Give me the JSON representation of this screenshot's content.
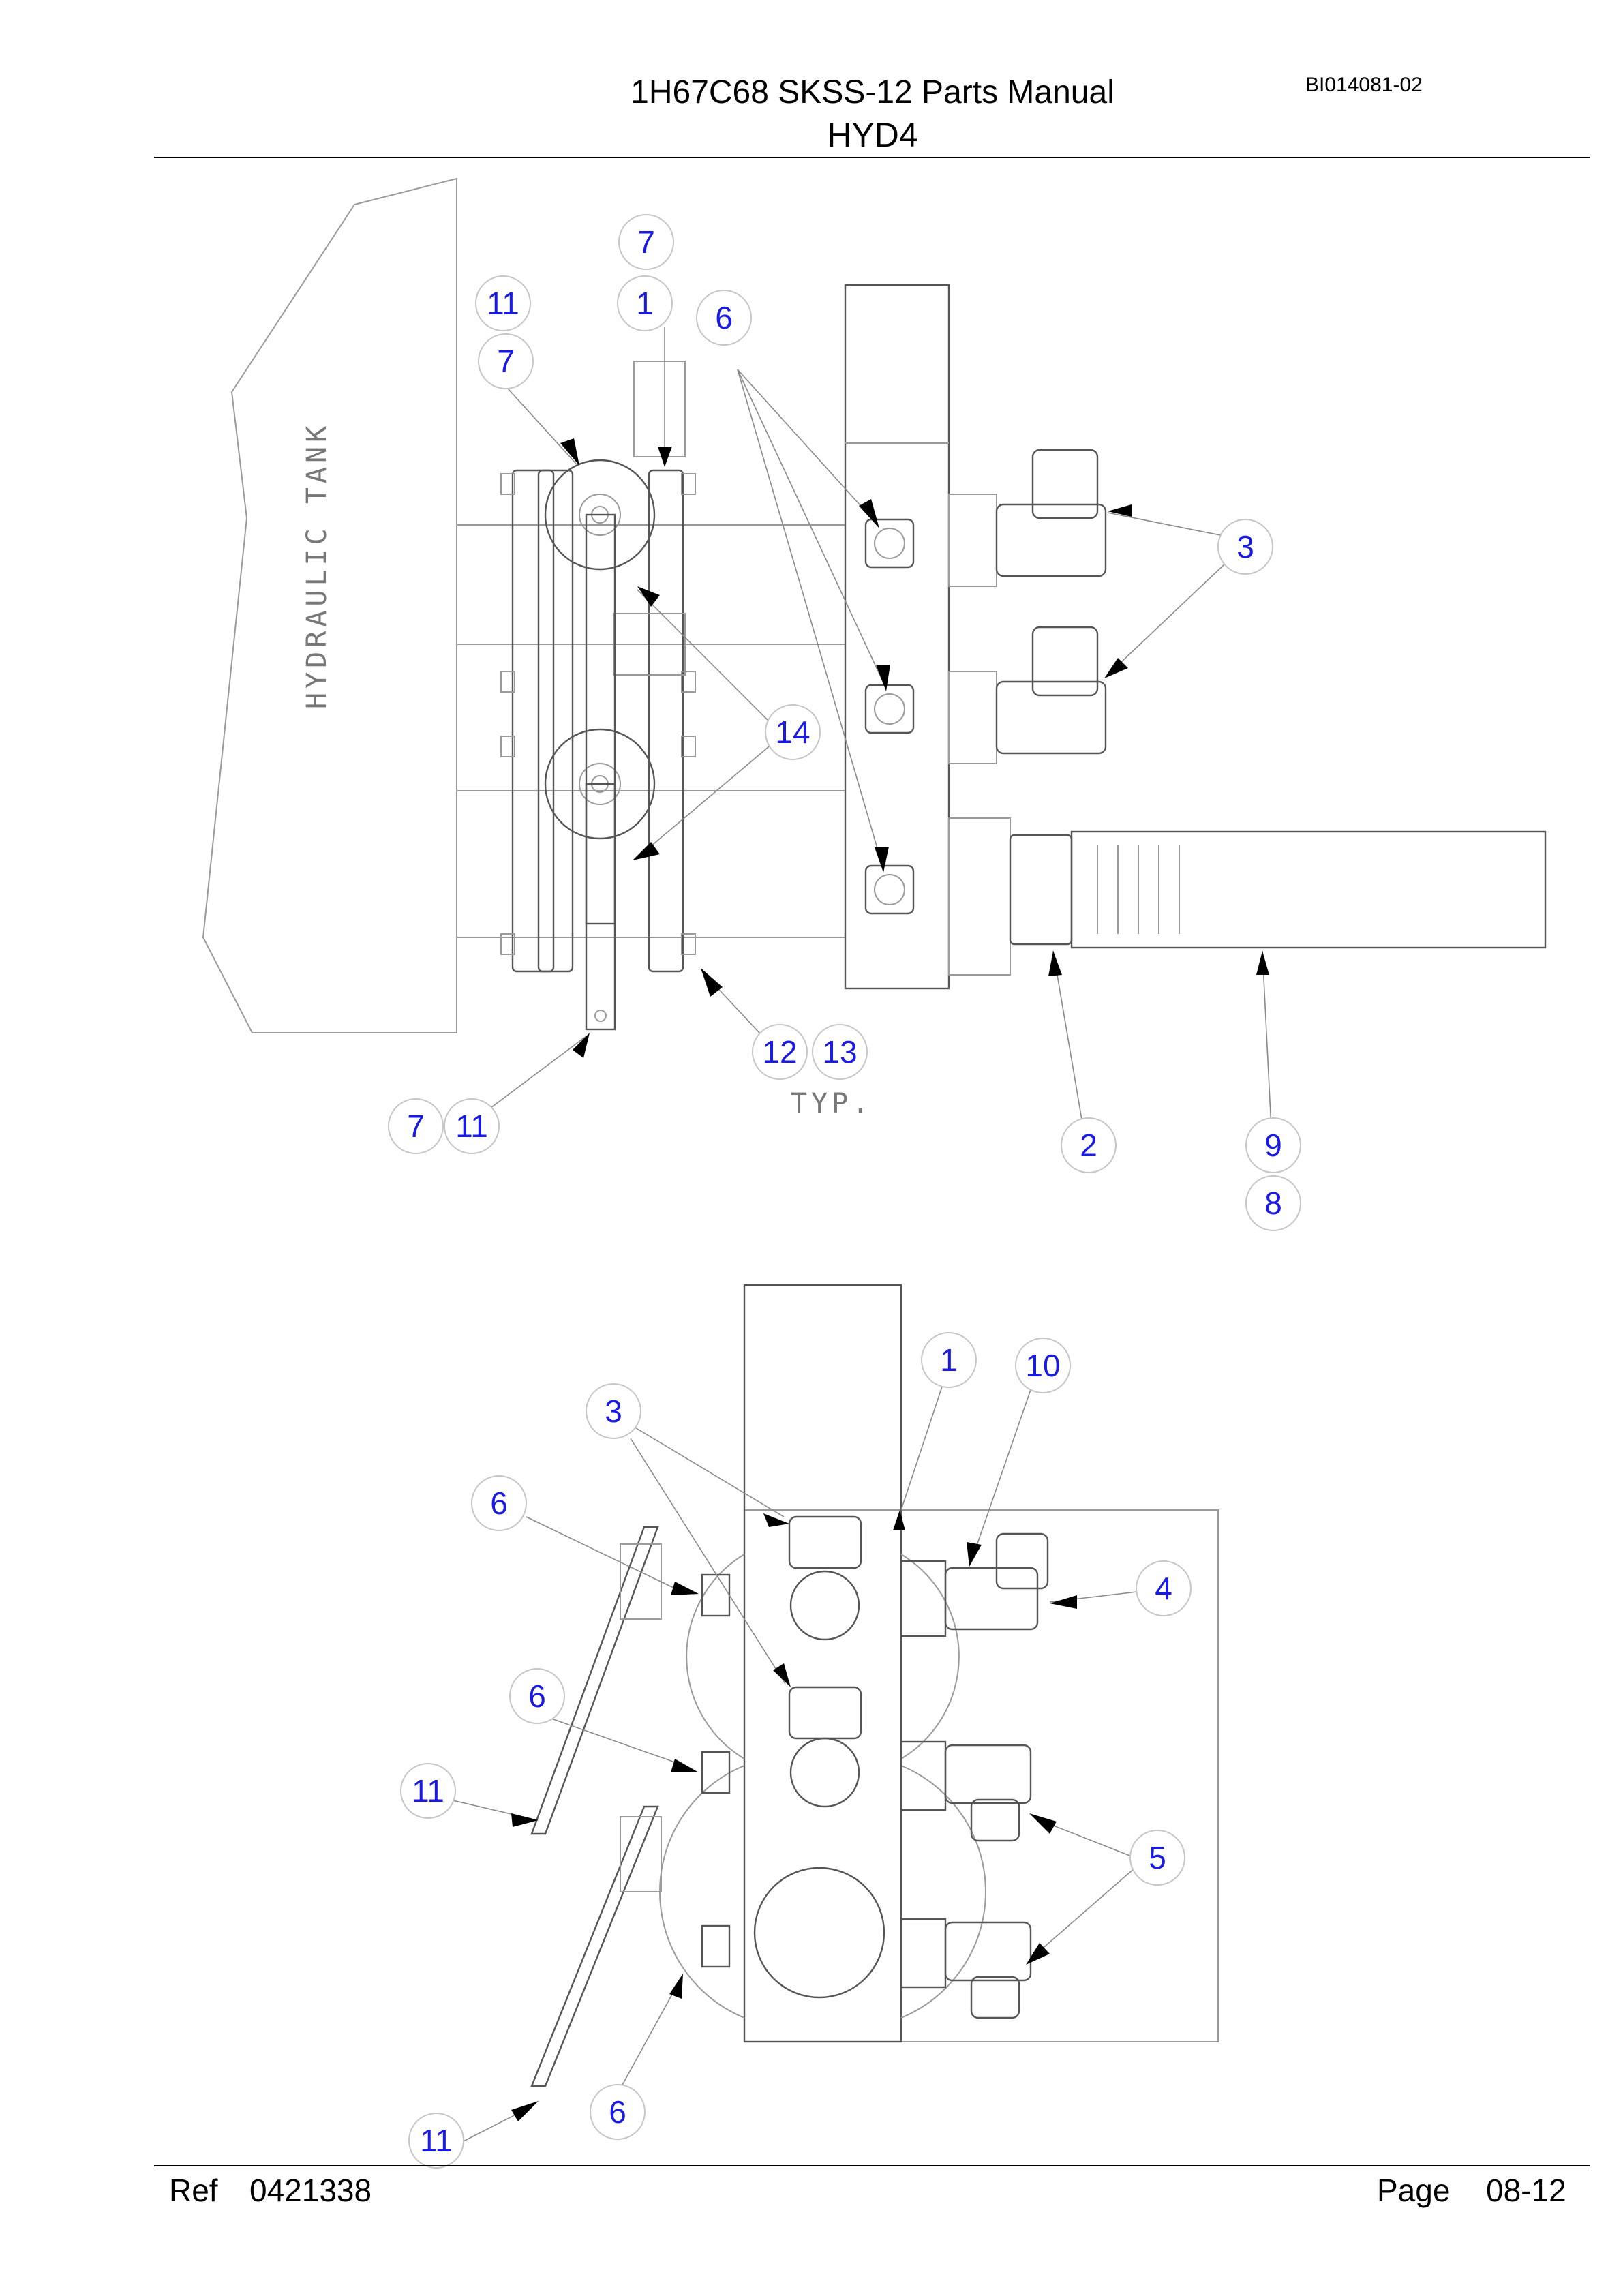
{
  "header": {
    "title": "1H67C68 SKSS-12 Parts Manual",
    "subtitle": "HYD4",
    "doc_number": "BI014081-02"
  },
  "drawing": {
    "tank_label": "HYDRAULIC TANK",
    "typ_note": "TYP.",
    "top_view_balloons": [
      "7",
      "11",
      "1",
      "7",
      "6",
      "3",
      "14",
      "12",
      "13",
      "7",
      "11",
      "2",
      "9",
      "8"
    ],
    "bottom_view_balloons": [
      "1",
      "10",
      "3",
      "6",
      "4",
      "6",
      "11",
      "5",
      "6",
      "11"
    ]
  },
  "footer": {
    "ref_label": "Ref",
    "ref_value": "0421338",
    "page_label": "Page",
    "page_value": "08-12"
  }
}
